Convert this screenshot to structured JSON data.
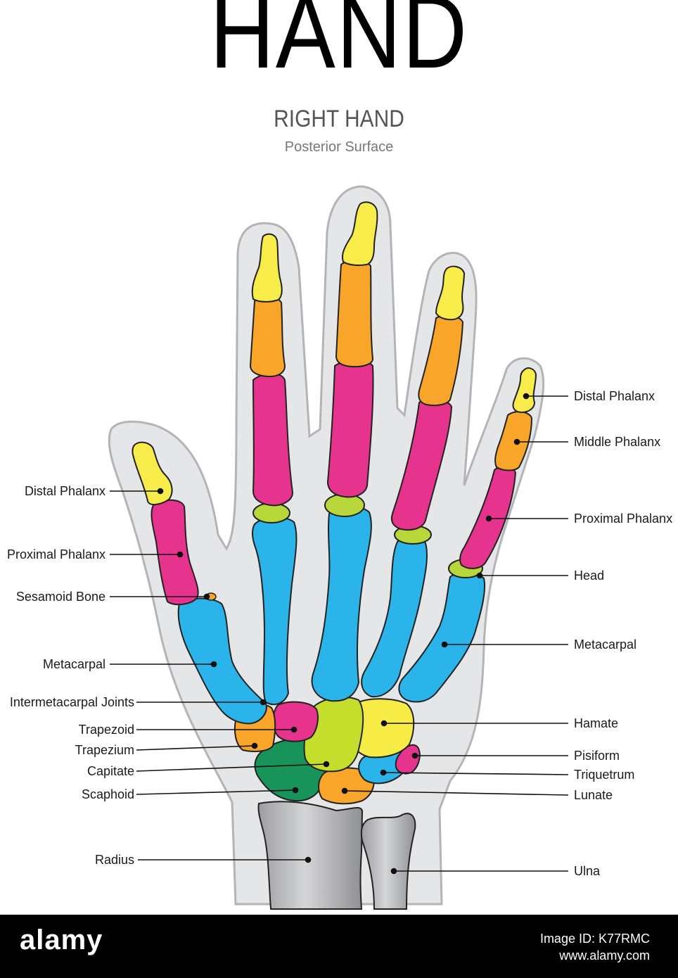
{
  "header": {
    "title": "HAND",
    "subtitle": "RIGHT HAND",
    "subtitle2": "Posterior Surface"
  },
  "colors": {
    "skin": "#e5e6e8",
    "distal_phalanx": "#f7ec4a",
    "middle_phalanx": "#f8a52a",
    "proximal_phalanx": "#e6338d",
    "head": "#b7d73a",
    "metacarpal": "#2ab4ea",
    "trapezoid": "#e6338d",
    "trapezium": "#f8a52a",
    "capitate": "#c5de2c",
    "scaphoid": "#18935a",
    "hamate": "#f6ec45",
    "pisiform": "#e6338d",
    "triquetrum": "#2ab4ea",
    "lunate": "#f8a52a",
    "radius": "#b9babc",
    "ulna": "#b9babc"
  },
  "labels": {
    "left": {
      "distal_phalanx": "Distal Phalanx",
      "proximal_phalanx": "Proximal Phalanx",
      "sesamoid_bone": "Sesamoid Bone",
      "metacarpal": "Metacarpal",
      "intermetacarpal_joints": "Intermetacarpal Joints",
      "trapezoid": "Trapezoid",
      "trapezium": "Trapezium",
      "capitate": "Capitate",
      "scaphoid": "Scaphoid",
      "radius": "Radius"
    },
    "right": {
      "distal_phalanx": "Distal Phalanx",
      "middle_phalanx": "Middle Phalanx",
      "proximal_phalanx": "Proximal Phalanx",
      "head": "Head",
      "metacarpal": "Metacarpal",
      "hamate": "Hamate",
      "pisiform": "Pisiform",
      "triquetrum": "Triquetrum",
      "lunate": "Lunate",
      "ulna": "Ulna"
    }
  },
  "footer": {
    "logo": "alamy",
    "image_id": "Image ID: K77RMC",
    "site": "www.alamy.com"
  }
}
